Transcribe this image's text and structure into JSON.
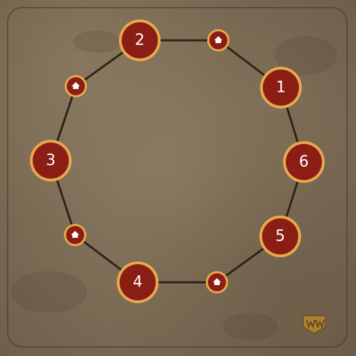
{
  "board": {
    "stations": [
      {
        "label": "1"
      },
      {
        "label": "2"
      },
      {
        "label": "3"
      },
      {
        "label": "4"
      },
      {
        "label": "5"
      },
      {
        "label": "6"
      }
    ],
    "huts_count": 4,
    "colors": {
      "node_fill": "#8b1e14",
      "node_ring": "#e8a94a",
      "path": "#2e2317",
      "hut_fill": "#ffffff"
    },
    "logo_icon": "mw-crest-logo"
  }
}
